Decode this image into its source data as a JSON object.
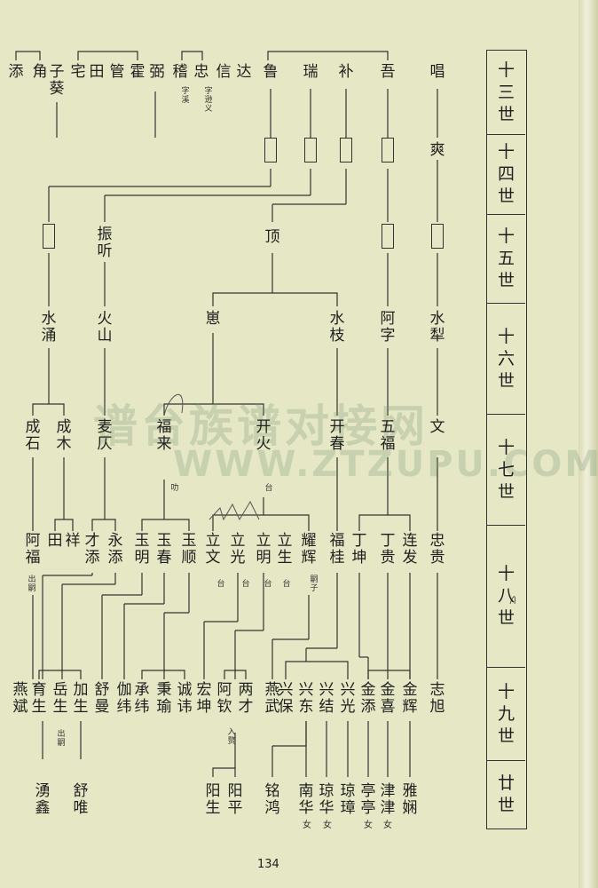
{
  "watermark": {
    "text": "谱台族谱对接网",
    "url": "WWW.ZTZUPU.COM"
  },
  "page_number": "134",
  "generations": [
    "十三世",
    "十四世",
    "十五世",
    "十六世",
    "十七世",
    "十八世",
    "十九世",
    "廿世"
  ],
  "tree": {
    "g13": [
      "添",
      "角",
      "子葵",
      "宅",
      "田",
      "管",
      "霍",
      "弼",
      "稽",
      "忠",
      "信",
      "达",
      "鲁",
      "瑞",
      "补",
      "吾",
      "唱"
    ],
    "g13_notes": {
      "ji": "字溪",
      "zhong": "字逊义"
    },
    "g14": [
      "爽"
    ],
    "g15": [
      "振听",
      "顶"
    ],
    "g16": [
      "水涌",
      "火山",
      "崽",
      "水枝",
      "阿字",
      "水犁"
    ],
    "g17": [
      "成石",
      "成木",
      "麦仄",
      "福来",
      "开火",
      "开春",
      "五福",
      "文"
    ],
    "g18": [
      "阿福",
      "田",
      "祥",
      "才添",
      "永添",
      "玉明",
      "玉春",
      "玉顺",
      "立文",
      "立光",
      "立明",
      "立生",
      "耀辉",
      "福桂",
      "丁坤",
      "丁贵",
      "连发",
      "忠贵"
    ],
    "g19": [
      "燕斌",
      "育生",
      "岳生",
      "加生",
      "舒曼",
      "伽纬",
      "承纬",
      "秉瑜",
      "诚讳",
      "宏坤",
      "阿钦",
      "两才",
      "燕武",
      "兴保",
      "兴东",
      "兴结",
      "兴光",
      "金添",
      "金喜",
      "金辉",
      "志旭"
    ],
    "g20": [
      "湧鑫",
      "舒唯",
      "阳生",
      "阳平",
      "铭鸿",
      "南华",
      "琼华",
      "琼璋",
      "亭亭",
      "津津",
      "雅娴"
    ],
    "notes": {
      "chu_si": "出嗣",
      "dong": "叻",
      "tai": "台",
      "si_zi": "嗣子",
      "ru_zhui": "入赘",
      "nv": "女"
    }
  }
}
